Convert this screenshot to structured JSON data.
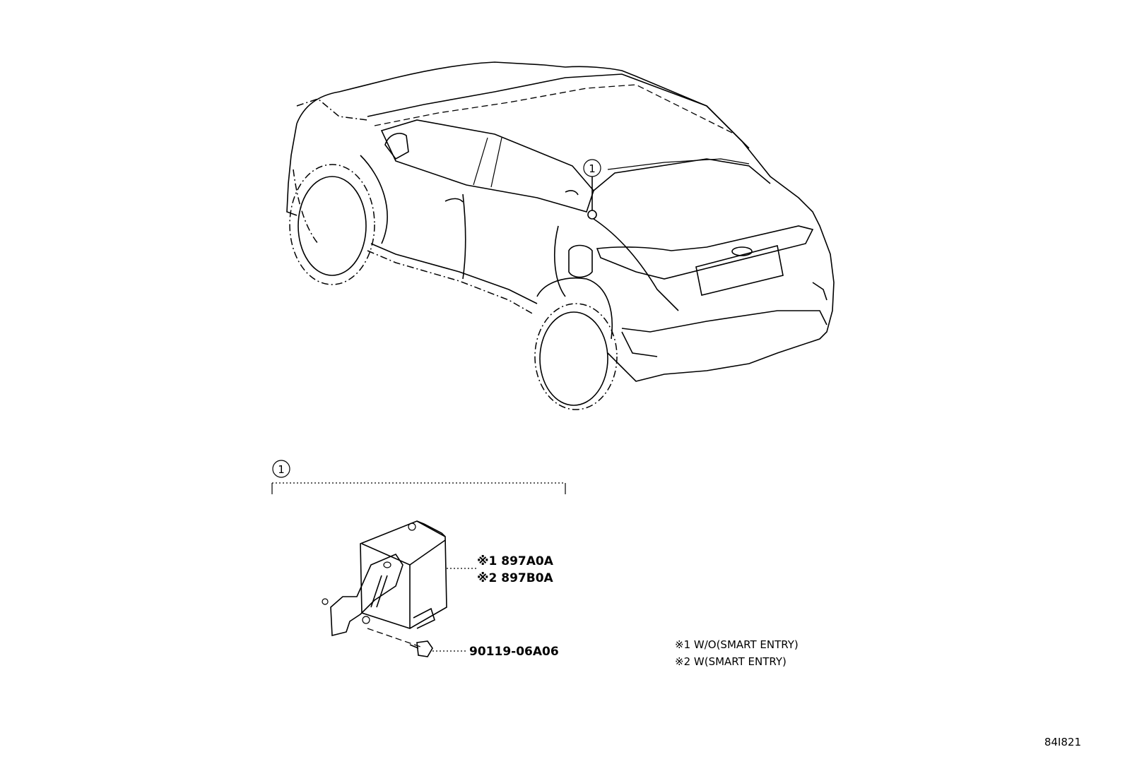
{
  "callouts": {
    "car_callout": "1",
    "detail_callout": "1"
  },
  "parts": {
    "module_part_1": "※1 897A0A",
    "module_part_2": "※2 897B0A",
    "bolt_part": "90119-06A06"
  },
  "notes": [
    "※1 W/O(SMART ENTRY)",
    "※2 W(SMART ENTRY)"
  ],
  "illustration_id": "84I821"
}
